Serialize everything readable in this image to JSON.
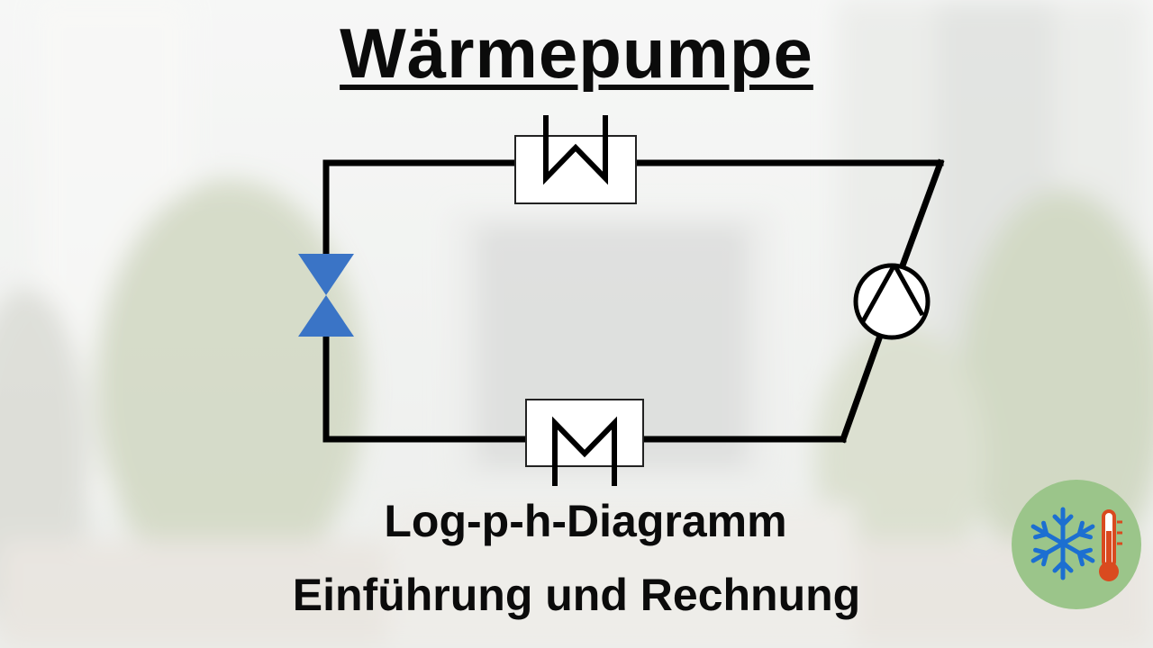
{
  "title": "Wärmepumpe",
  "subtitles": {
    "line1": "Log-p-h-Diagramm",
    "line2": "Einführung und Rechnung"
  },
  "diagram": {
    "components": [
      {
        "id": "condenser",
        "symbol": "W"
      },
      {
        "id": "evaporator",
        "symbol": "M"
      },
      {
        "id": "compressor",
        "symbol": "compressor-icon"
      },
      {
        "id": "expansion-valve",
        "symbol": "valve-icon"
      }
    ],
    "colors": {
      "line": "#000000",
      "valve": "#3a74c6",
      "box_fill": "#ffffff"
    }
  },
  "logo": {
    "icons": [
      "snowflake-icon",
      "thermometer-icon"
    ],
    "colors": {
      "circle": "#9bc58a",
      "snowflake": "#1c6fd1",
      "thermometer": "#d94a1f"
    }
  }
}
